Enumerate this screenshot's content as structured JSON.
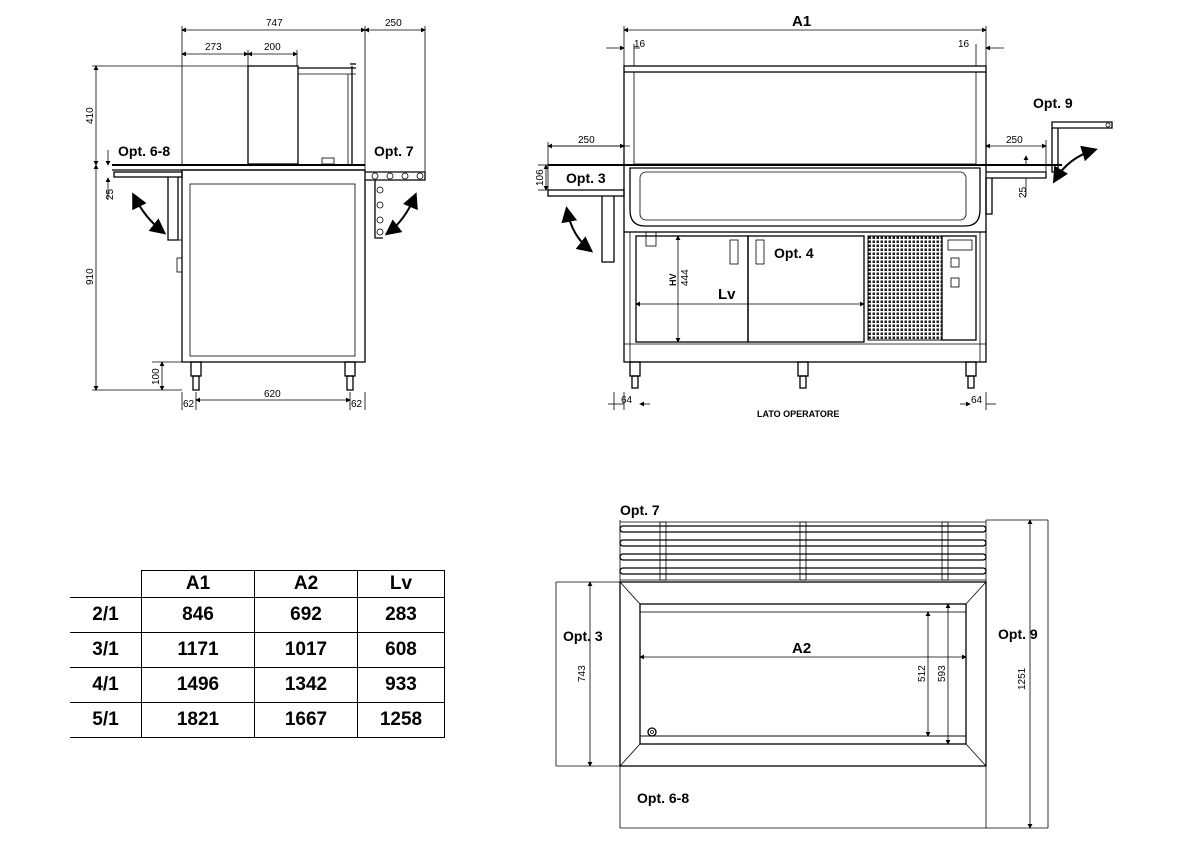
{
  "side_view": {
    "dims": {
      "d747": "747",
      "d250": "250",
      "d273": "273",
      "d200": "200",
      "d410": "410",
      "d25": "25",
      "d910": "910",
      "d100": "100",
      "d620": "620",
      "d62a": "62",
      "d62b": "62"
    },
    "labels": {
      "opt68": "Opt. 6-8",
      "opt7": "Opt. 7"
    }
  },
  "front_view": {
    "dims": {
      "a1": "A1",
      "d16a": "16",
      "d16b": "16",
      "d250a": "250",
      "d250b": "250",
      "d106": "106",
      "d25": "25",
      "hv": "HV",
      "d444": "444",
      "lv": "Lv",
      "d64a": "64",
      "d64b": "64"
    },
    "labels": {
      "opt9": "Opt. 9",
      "opt3": "Opt. 3",
      "opt4": "Opt. 4",
      "lato": "LATO OPERATORE"
    }
  },
  "top_view": {
    "dims": {
      "a2": "A2",
      "d512": "512",
      "d593": "593",
      "d743": "743",
      "d1251": "1251"
    },
    "labels": {
      "opt7": "Opt. 7",
      "opt3": "Opt. 3",
      "opt9": "Opt. 9",
      "opt68": "Opt. 6-8"
    }
  },
  "table": {
    "headers": [
      "",
      "A1",
      "A2",
      "Lv"
    ],
    "rows": [
      [
        "2/1",
        "846",
        "692",
        "283"
      ],
      [
        "3/1",
        "1171",
        "1017",
        "608"
      ],
      [
        "4/1",
        "1496",
        "1342",
        "933"
      ],
      [
        "5/1",
        "1821",
        "1667",
        "1258"
      ]
    ]
  }
}
